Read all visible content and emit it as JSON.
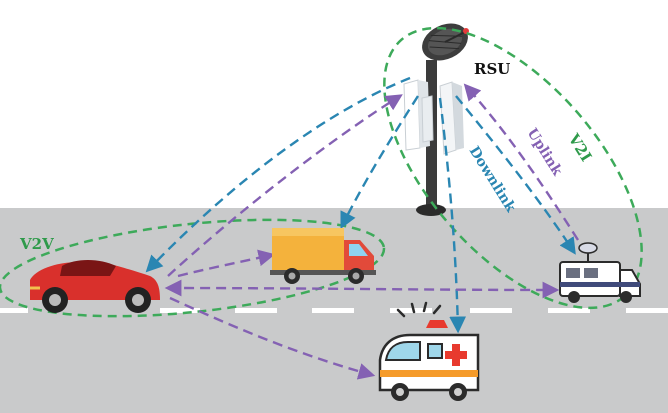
{
  "labels": {
    "rsu": "RSU",
    "v2v": "V2V",
    "v2i": "V2I",
    "uplink": "Uplink",
    "downlink": "Downlink"
  },
  "colors": {
    "road": "#c9cacb",
    "lane_mark": "#ffffff",
    "v2v_ring": "#3daa5a",
    "v2i_ring": "#3daa5a",
    "downlink": "#2a86b2",
    "uplink": "#8461b3",
    "label_green": "#2e9a4a",
    "label_blue": "#2a86b2",
    "label_purple": "#8461b3",
    "label_black": "#111111"
  },
  "icons": {
    "rsu": "rsu-tower-icon",
    "car": "red-sports-car-icon",
    "truck": "delivery-truck-icon",
    "van": "broadcast-van-icon",
    "ambulance": "ambulance-icon"
  }
}
